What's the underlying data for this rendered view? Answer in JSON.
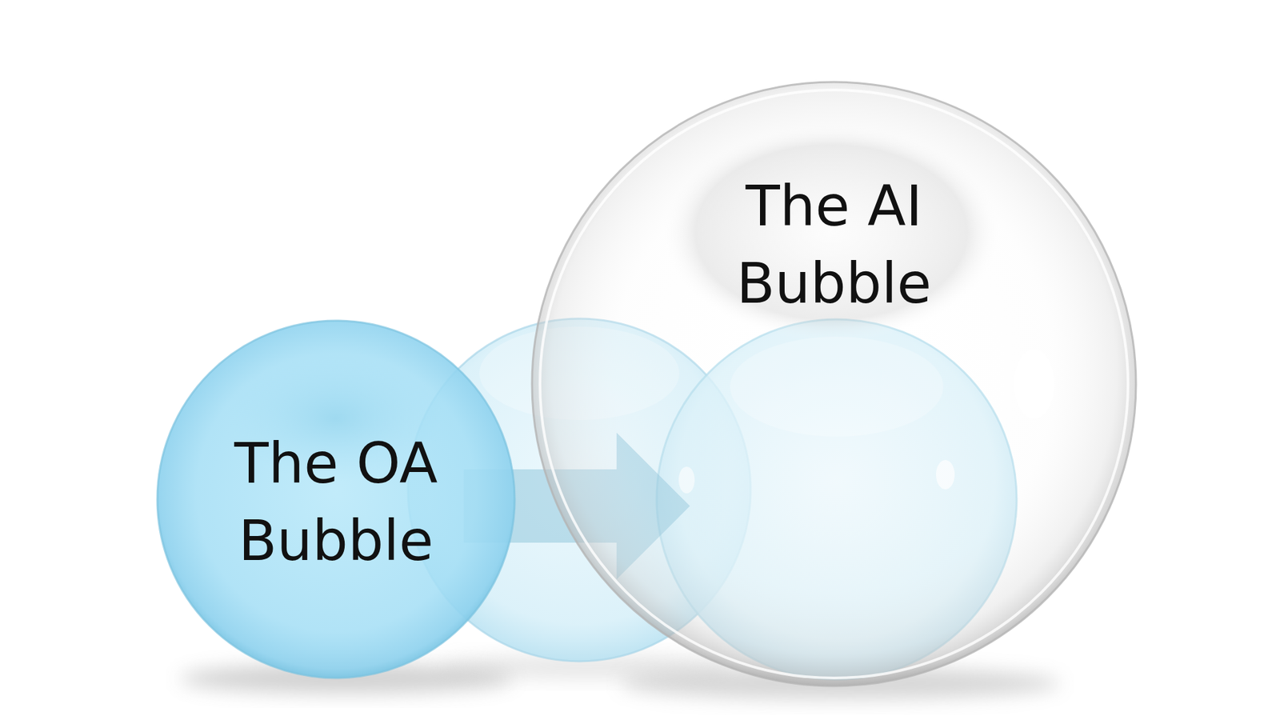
{
  "diagram": {
    "nodes": [
      {
        "text": [
          "The OA Bubble"
        ]
      },
      {
        "text": [
          "The AI Bubble"
        ]
      }
    ],
    "edges": [
      {
        "from": 0,
        "to": 1,
        "arrow": "to"
      }
    ]
  }
}
